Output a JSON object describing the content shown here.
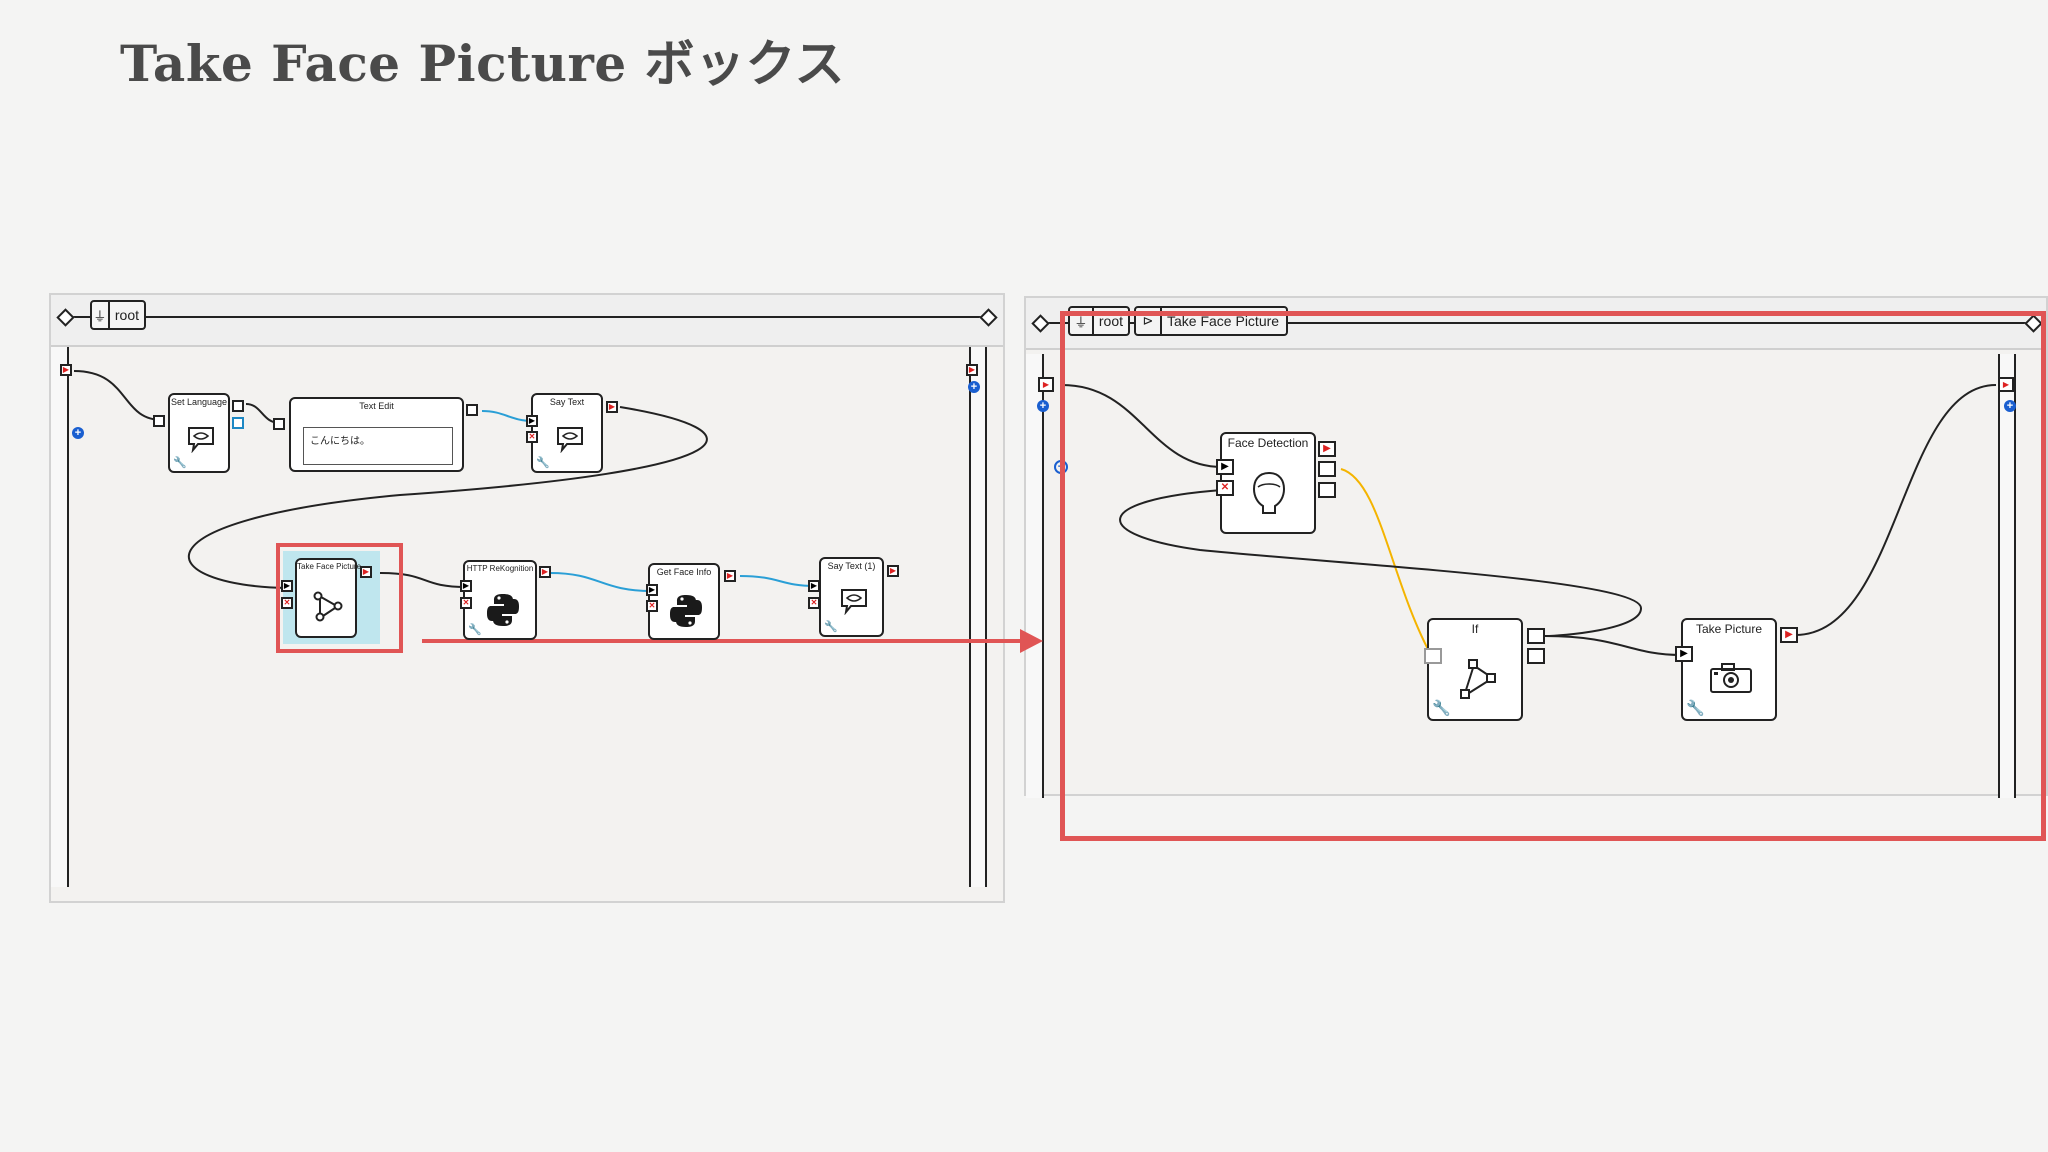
{
  "slide": {
    "title": "Take Face Picture ボックス"
  },
  "left_panel": {
    "breadcrumb": [
      "root"
    ],
    "boxes": {
      "set_language": "Set Language",
      "text_edit": "Text Edit",
      "text_edit_value": "こんにちは。",
      "say_text": "Say Text",
      "take_face_picture": "Take Face Picture",
      "http_rekognition": "HTTP ReKognition",
      "get_face_info": "Get Face Info",
      "say_text_1": "Say Text (1)"
    }
  },
  "right_panel": {
    "breadcrumb": [
      "root",
      "Take Face Picture"
    ],
    "boxes": {
      "face_detection": "Face Detection",
      "if": "If",
      "take_picture": "Take Picture"
    }
  },
  "colors": {
    "highlight": "#e05555",
    "wire": "#222222",
    "wire_blue": "#2a9fd6",
    "wire_yellow": "#f4b400",
    "selection_fill": "#bfe6ee"
  },
  "icons": [
    "speech-bubble-icon",
    "python-icon",
    "diagram-icon",
    "face-icon",
    "camera-icon",
    "wrench-icon",
    "play-icon",
    "stop-icon",
    "plus-icon",
    "diamond-icon",
    "folder-icon"
  ]
}
